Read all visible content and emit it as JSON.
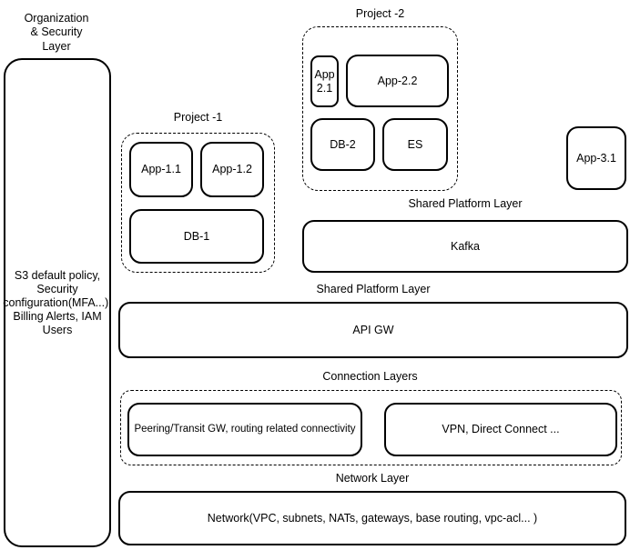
{
  "diagram": {
    "org_layer": {
      "title": "Organization\n& Security\nLayer",
      "body": "S3 default policy,\nSecurity\nconfiguration(MFA...),\nBilling Alerts, IAM\nUsers"
    },
    "project1": {
      "label": "Project -1",
      "nodes": {
        "app11": "App-1.1",
        "app12": "App-1.2",
        "db1": "DB-1"
      }
    },
    "project2": {
      "label": "Project -2",
      "nodes": {
        "app21": "App\n2.1",
        "app22": "App-2.2",
        "db2": "DB-2",
        "es": "ES"
      }
    },
    "standalone": {
      "app31": "App-3.1"
    },
    "shared_platform_kafka": {
      "label": "Shared Platform Layer",
      "node": "Kafka"
    },
    "shared_platform_apigw": {
      "label": "Shared Platform Layer",
      "node": "API GW"
    },
    "connection": {
      "label": "Connection Layers",
      "nodes": {
        "peering": "Peering/Transit GW, routing related connectivity",
        "vpn": "VPN, Direct Connect ..."
      }
    },
    "network": {
      "label": "Network Layer",
      "node": "Network(VPC, subnets, NATs, gateways, base routing, vpc-acl... )"
    }
  },
  "colors": {
    "stroke": "#000000",
    "background": "#ffffff"
  }
}
